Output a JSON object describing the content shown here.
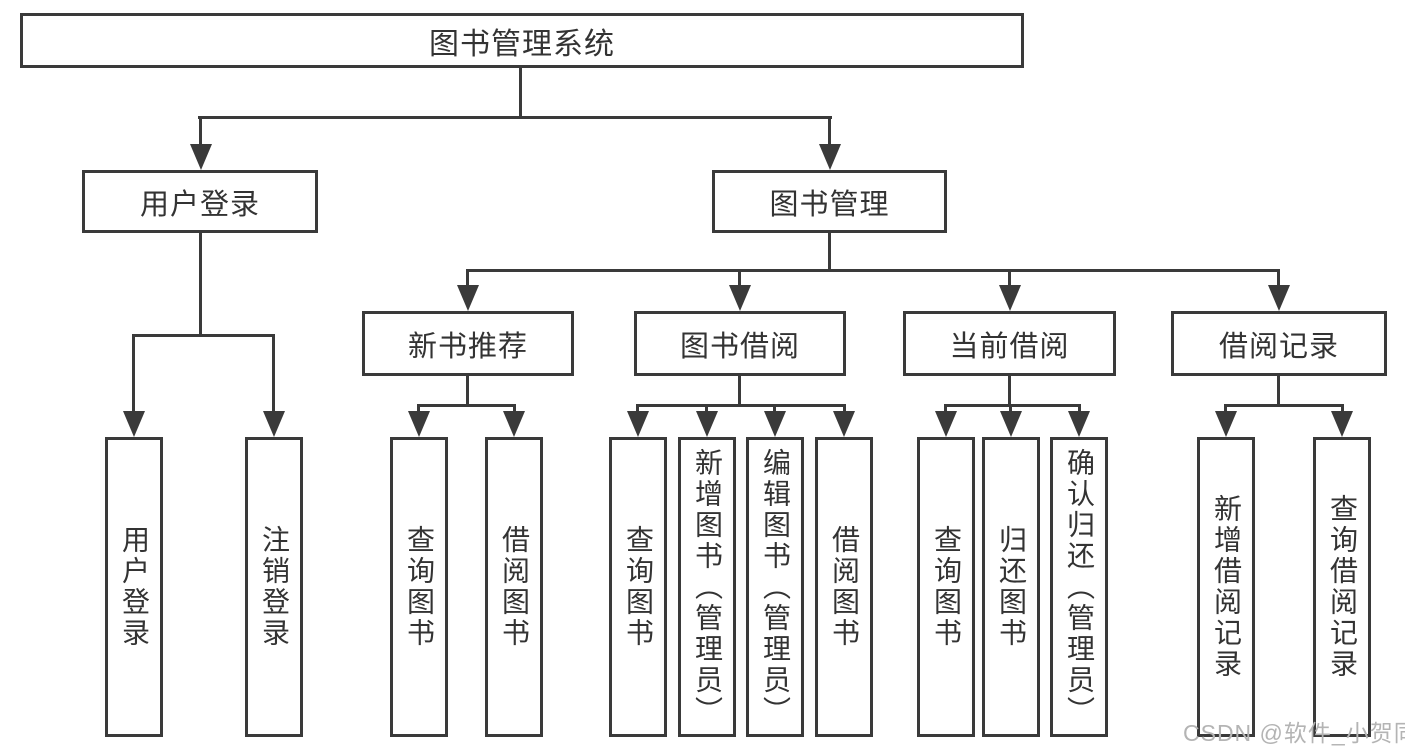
{
  "diagram_type": "hierarchy-flowchart",
  "colors": {
    "line": "#3a3a3a",
    "text": "#333333",
    "watermark": "#b4b4b4",
    "background": "#ffffff"
  },
  "tree": {
    "root": {
      "label": "图书管理系统",
      "children": [
        {
          "label": "用户登录",
          "children": [
            {
              "label": "用户登录"
            },
            {
              "label": "注销登录"
            }
          ]
        },
        {
          "label": "图书管理",
          "children": [
            {
              "label": "新书推荐",
              "children": [
                {
                  "label": "查询图书"
                },
                {
                  "label": "借阅图书"
                }
              ]
            },
            {
              "label": "图书借阅",
              "children": [
                {
                  "label": "查询图书"
                },
                {
                  "label": "新增图书（管理员）"
                },
                {
                  "label": "编辑图书（管理员）"
                },
                {
                  "label": "借阅图书"
                }
              ]
            },
            {
              "label": "当前借阅",
              "children": [
                {
                  "label": "查询图书"
                },
                {
                  "label": "归还图书"
                },
                {
                  "label": "确认归还（管理员）"
                }
              ]
            },
            {
              "label": "借阅记录",
              "children": [
                {
                  "label": "新增借阅记录"
                },
                {
                  "label": "查询借阅记录"
                }
              ]
            }
          ]
        }
      ]
    }
  },
  "watermark": {
    "text": "CSDN @软件_小贺同学"
  }
}
